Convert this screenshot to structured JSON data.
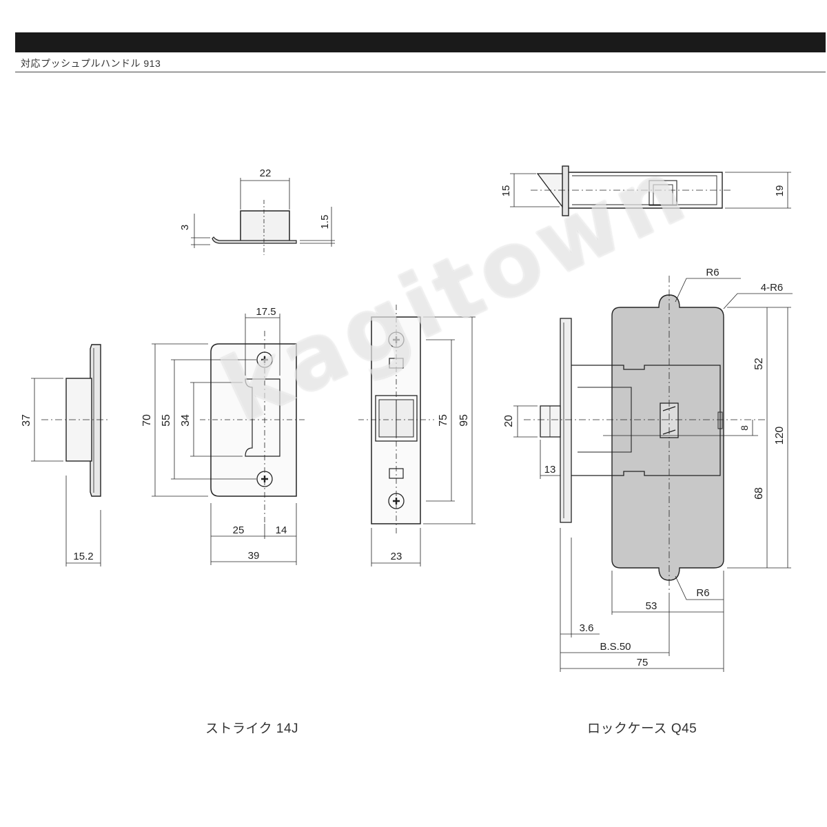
{
  "header": {
    "subtitle": "対応プッシュプルハンドル 913"
  },
  "captions": {
    "strike": "ストライク 14J",
    "lockcase": "ロックケース Q45"
  },
  "watermark": "kagitown",
  "dims": {
    "strike_top_w": "22",
    "strike_top_h": "3",
    "strike_top_t": "1.5",
    "strike_side_h": "37",
    "strike_side_d": "15.2",
    "strike_front_w_top": "17.5",
    "strike_front_h": "70",
    "strike_front_h2": "55",
    "strike_front_h3": "34",
    "strike_front_w_a": "25",
    "strike_front_w_b": "14",
    "strike_front_w": "39",
    "face_h": "95",
    "face_h2": "75",
    "face_w": "23",
    "lock_top_h": "15",
    "lock_top_h2": "19",
    "lock_r_top": "R6",
    "lock_r_corner": "4-R6",
    "lock_r_bot": "R6",
    "lock_52": "52",
    "lock_120": "120",
    "lock_68": "68",
    "lock_8": "8",
    "lock_20": "20",
    "lock_13": "13",
    "lock_53": "53",
    "lock_36": "3.6",
    "lock_bs": "B.S.50",
    "lock_75": "75"
  },
  "colors": {
    "ink": "#222222",
    "plate": "#c8c8c8",
    "header": "#1a1a1a"
  }
}
